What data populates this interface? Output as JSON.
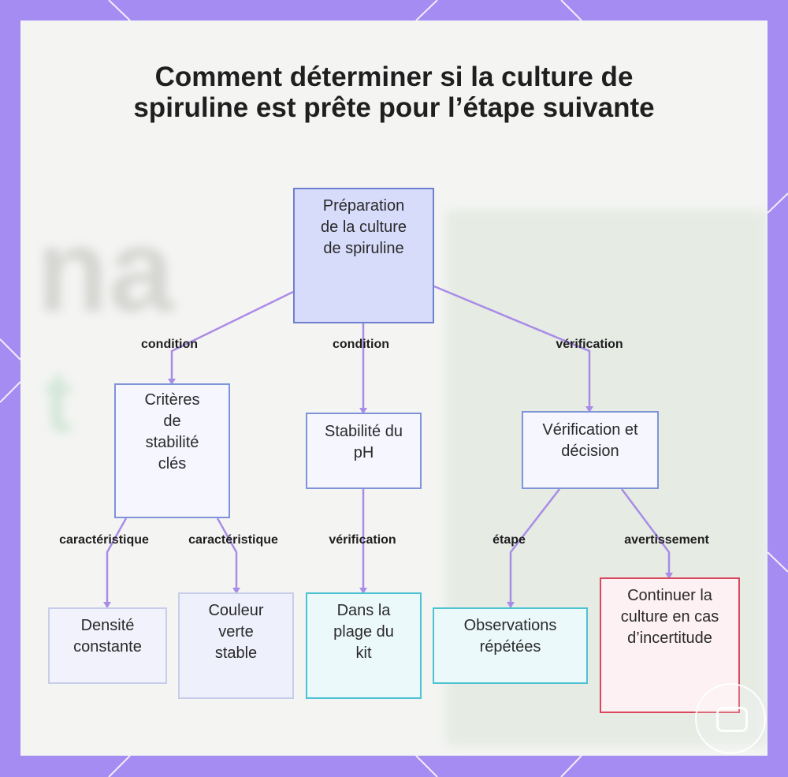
{
  "title": "Comment déterminer si la culture de spiruline est prête pour l’étape suivante",
  "nodes": {
    "root": "Préparation de la culture de spiruline",
    "criteria": "Critères de stabilité clés",
    "ph": "Stabilité du pH",
    "verification": "Vérification et décision",
    "density": "Densité constante",
    "color": "Couleur verte stable",
    "range": "Dans la plage du kit",
    "observations": "Observations répétées",
    "continue": "Continuer la culture en cas d’incertitude"
  },
  "edge_labels": {
    "root_criteria": "condition",
    "root_ph": "condition",
    "root_verification": "vérification",
    "criteria_density": "caractéristique",
    "criteria_color": "caractéristique",
    "ph_range": "vérification",
    "verification_observations": "étape",
    "verification_continue": "avertissement"
  },
  "colors": {
    "background": "#a48cf3",
    "edge": "#a98ce6",
    "root_fill": "#d8dcfb",
    "blue_border": "#7f93d8",
    "cyan_border": "#4cc3d2",
    "red_border": "#d9485f"
  }
}
